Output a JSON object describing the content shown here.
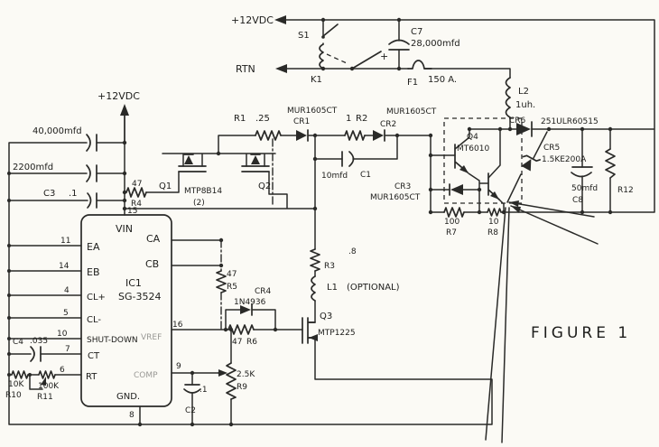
{
  "labels": {
    "v12_top": "+12VDC",
    "rtn": "RTN",
    "s1": "S1",
    "k1": "K1",
    "c7_ref": "C7",
    "c7_val": "28,000mfd",
    "c7_plus": "+",
    "f1_ref": "F1",
    "f1_val": "150 A.",
    "l2_ref": "L2",
    "l2_val": "1uh.",
    "cin1_val": "40,000mfd",
    "cin2_val": "2200mfd",
    "c3_ref": "C3",
    "c3_val": ".1",
    "v12_left": "+12VDC",
    "r4_val": "47",
    "r4_ref": "R4",
    "q1_ref": "Q1",
    "q2_ref": "Q2",
    "q12_type": "MTP8B14",
    "q12_qty": "(2)",
    "r1_ref": "R1",
    "r1_val": ".25",
    "cr1_type": "MUR1605CT",
    "cr1_ref": "CR1",
    "r2_val": "1",
    "r2_ref": "R2",
    "cr2_type": "MUR1605CT",
    "cr2_ref": "CR2",
    "c1_val": "10mfd",
    "c1_ref": "C1",
    "cr3_ref": "CR3",
    "cr3_type": "MUR1605CT",
    "cr6_ref": "CR6",
    "cr6_type": "251ULR60515",
    "q4_ref": "Q4",
    "q4_type": "MT6010",
    "cr5_ref": "CR5",
    "cr5_type": "1.5KE200A",
    "c8_val": "50mfd",
    "c8_ref": "C8",
    "r12_ref": "R12",
    "r7_val": "100",
    "r7_ref": "R7",
    "r8_val": "10",
    "r8_ref": "R8",
    "r3_val": ".8",
    "r3_ref": "R3",
    "l1_ref": "L1",
    "l1_note": "(OPTIONAL)",
    "q3_ref": "Q3",
    "q3_type": "MTP1225",
    "r5_val": "47",
    "r5_ref": "R5",
    "cr4_ref": "CR4",
    "cr4_type": "1N4936",
    "r6_val": "47",
    "r6_ref": "R6",
    "r9_val": "2.5K",
    "r9_ref": "R9",
    "c2_val": ".1",
    "c2_ref": "C2",
    "c4_ref": "C4",
    "c4_val": ".035",
    "r10_val": "10K",
    "r10_ref": "R10",
    "r11_val": "100K",
    "r11_ref": "R11",
    "figure": "FIGURE 1"
  },
  "ic1": {
    "ref": "IC1",
    "part": "SG-3524",
    "vin": "VIN",
    "ca": "CA",
    "cb": "CB",
    "ea": "EA",
    "eb": "EB",
    "clp": "CL+",
    "clm": "CL-",
    "shutdown": "SHUT-DOWN",
    "vref": "VREF",
    "ct": "CT",
    "comp": "COMP",
    "rt": "RT",
    "gnd": "GND.",
    "p11": "11",
    "p14": "14",
    "p4": "4",
    "p5": "5",
    "p10": "10",
    "p7": "7",
    "p6": "6",
    "p15": "15",
    "p16": "16",
    "p9": "9",
    "p8": "8"
  }
}
